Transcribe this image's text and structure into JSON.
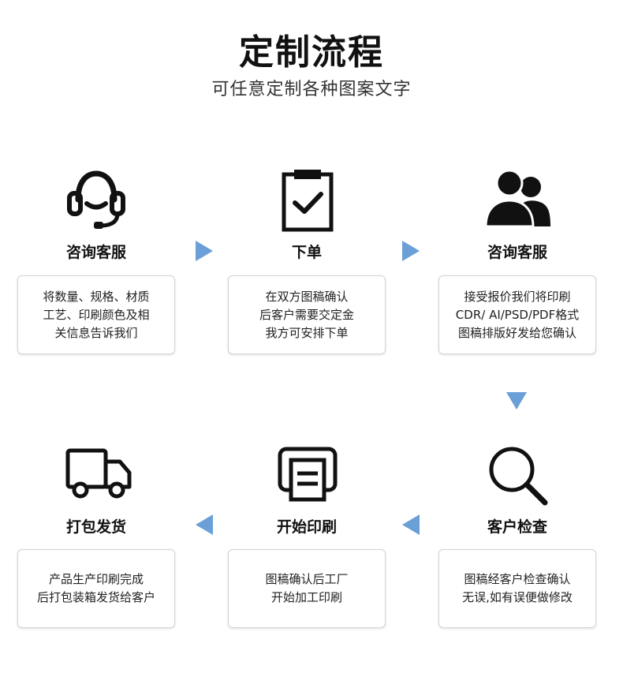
{
  "header": {
    "title": "定制流程",
    "subtitle": "可任意定制各种图案文字"
  },
  "steps": [
    {
      "icon": "headset-icon",
      "title": "咨询客服",
      "lines": [
        "将数量、规格、材质",
        "工艺、印刷颜色及相",
        "关信息告诉我们"
      ]
    },
    {
      "icon": "clipboard-check-icon",
      "title": "下单",
      "lines": [
        "在双方图稿确认",
        "后客户需要交定金",
        "我方可安排下单"
      ]
    },
    {
      "icon": "users-icon",
      "title": "咨询客服",
      "lines": [
        "接受报价我们将印刷",
        "CDR/ AI/PSD/PDF格式",
        "图稿排版好发给您确认"
      ]
    },
    {
      "icon": "magnifier-icon",
      "title": "客户检查",
      "lines": [
        "图稿经客户检查确认",
        "无误,如有误便做修改"
      ]
    },
    {
      "icon": "printer-icon",
      "title": "开始印刷",
      "lines": [
        "图稿确认后工厂",
        "开始加工印刷"
      ]
    },
    {
      "icon": "truck-icon",
      "title": "打包发货",
      "lines": [
        "产品生产印刷完成",
        "后打包装箱发货给客户"
      ]
    }
  ],
  "colors": {
    "arrow": "#6a9fd8",
    "icon": "#111111"
  }
}
